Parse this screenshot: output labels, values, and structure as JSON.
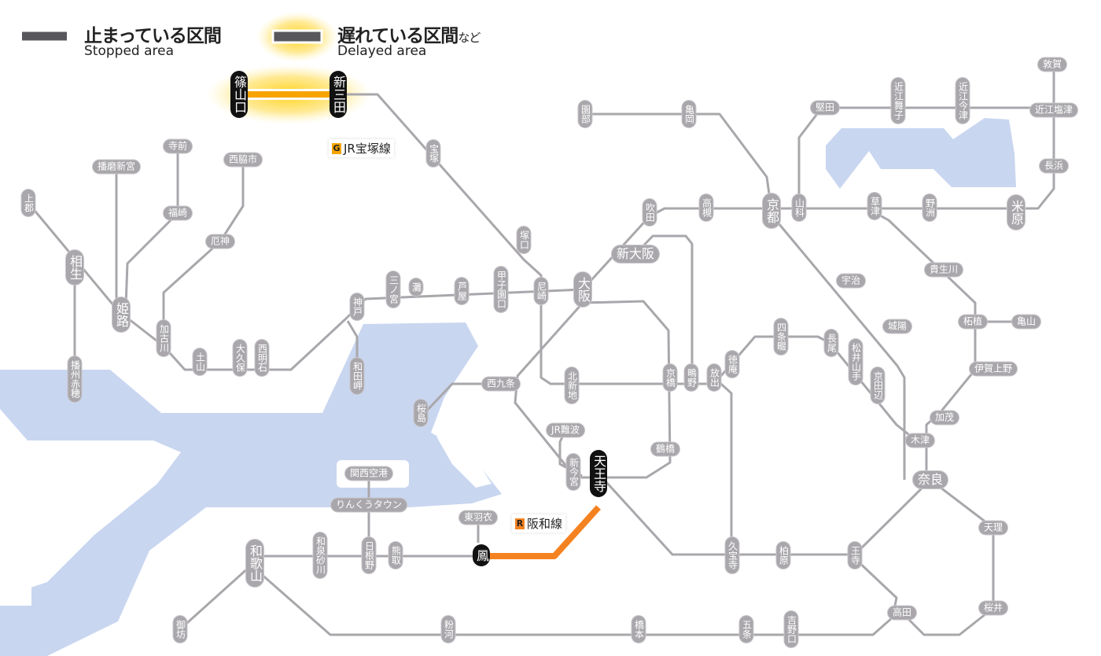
{
  "legend": {
    "stopped_ja": "止まっている区間",
    "stopped_en": "Stopped area",
    "delayed_ja": "遅れている区間",
    "delayed_suffix": "など",
    "delayed_en": "Delayed area"
  },
  "colors": {
    "stopped": "#58575c",
    "delayed": "#f7a400",
    "hanwa_delay": "#f58220",
    "water": "#c9d6f0",
    "line": "#a9a7ab"
  },
  "line_labels": {
    "takarazuka": {
      "badge": "G",
      "name": "JR宝塚線",
      "badge_color": "#f7a400"
    },
    "hanwa": {
      "badge": "R",
      "name": "阪和線",
      "badge_color": "#f58220"
    }
  },
  "stations": {
    "sasayamaguchi": "篠山口",
    "shinsanda": "新三田",
    "takarazuka": "宝塚",
    "tsukaguchi": "塚口",
    "amagasaki": "尼崎",
    "koshienguchi": "甲子園口",
    "ashiya": "芦屋",
    "nada": "灘",
    "sannomiya": "三ノ宮",
    "kobe": "神戸",
    "wadamisaki": "和田岬",
    "nishiakashi": "西明石",
    "okubo": "大久保",
    "tsuchiyama": "土山",
    "kakogawa": "加古川",
    "yakujin": "厄神",
    "nishiwakishi": "西脇市",
    "teramae": "寺前",
    "fukusaki": "福崎",
    "harimashingu": "播磨新宮",
    "himeji": "姫路",
    "kamigori": "上郡",
    "aioi": "相生",
    "banshuako": "播州赤穂",
    "osaka": "大阪",
    "shinosaka": "新大阪",
    "suita": "吹田",
    "takatsuki": "高槻",
    "kyoto": "京都",
    "yamashina": "山科",
    "sonobe": "園部",
    "kameoka": "亀岡",
    "katata": "堅田",
    "omimaiko": "近江舞子",
    "omiimazu": "近江今津",
    "tsuruga": "敦賀",
    "omishiotsu": "近江塩津",
    "nagahama": "長浜",
    "maibara": "米原",
    "kusatsu": "草津",
    "yasu": "野洲",
    "uji": "宇治",
    "kibukawa": "貴生川",
    "joyo": "城陽",
    "tsuge": "柘植",
    "kameyama": "亀山",
    "igaueno": "伊賀上野",
    "kamo": "加茂",
    "kizu": "木津",
    "nara": "奈良",
    "kyotanabe": "京田辺",
    "matsuiyamate": "松井山手",
    "nagao": "長尾",
    "shijonawate": "四条畷",
    "tokuan": "徳庵",
    "hanaten": "放出",
    "shigino": "鴫野",
    "kyobashi": "京橋",
    "kitashinchi": "北新地",
    "nishikujo": "西九条",
    "sakurajima": "桜島",
    "jrnamba": "JR難波",
    "shinimamiya": "新今宮",
    "tennoji": "天王寺",
    "tsuruhashi": "鶴橋",
    "higashihagoromo": "東羽衣",
    "otori": "鳳",
    "kumatori": "熊取",
    "hineno": "日根野",
    "rinkutown": "りんくうタウン",
    "kansaiairport": "関西空港",
    "izumisunagawa": "和泉砂川",
    "wakayama": "和歌山",
    "gobo": "御坊",
    "kokawa": "粉河",
    "hashimoto": "橋本",
    "gojo": "五条",
    "yoshinoguchi": "吉野口",
    "takada": "高田",
    "oji": "王寺",
    "kashiwara": "柏原",
    "kyuhoji": "久宝寺",
    "tenri": "天理",
    "sakurai": "桜井"
  }
}
